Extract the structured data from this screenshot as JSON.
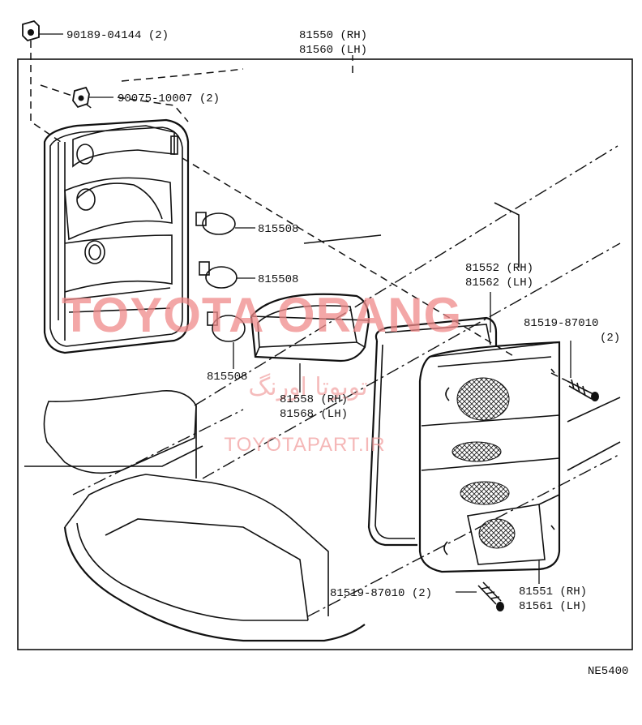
{
  "diagram": {
    "code": "NE5400",
    "watermark": {
      "brand": "TOYOTA ORANG",
      "persian": "تویوتا اورنگ",
      "url": "TOYOTAPART.IR"
    },
    "parts": [
      {
        "id": "nut-clip",
        "number": "90189-04144 (2)"
      },
      {
        "id": "assembly-rh",
        "number": "81550 (RH)"
      },
      {
        "id": "assembly-lh",
        "number": "81560 (LH)"
      },
      {
        "id": "clip",
        "number": "90075-10007 (2)"
      },
      {
        "id": "bulb-1",
        "number": "815508"
      },
      {
        "id": "bulb-2",
        "number": "815508"
      },
      {
        "id": "bulb-3",
        "number": "815508"
      },
      {
        "id": "gasket-rh",
        "number": "81552 (RH)"
      },
      {
        "id": "gasket-lh",
        "number": "81562 (LH)"
      },
      {
        "id": "screw-right",
        "number": "81519-87010"
      },
      {
        "id": "screw-right-qty",
        "number": "(2)"
      },
      {
        "id": "back-up-rh",
        "number": "81558 (RH)"
      },
      {
        "id": "back-up-lh",
        "number": "81568 (LH)"
      },
      {
        "id": "screw-bottom",
        "number": "81519-87010 (2)"
      },
      {
        "id": "lens-rh",
        "number": "81551 (RH)"
      },
      {
        "id": "lens-lh",
        "number": "81561 (LH)"
      }
    ]
  }
}
